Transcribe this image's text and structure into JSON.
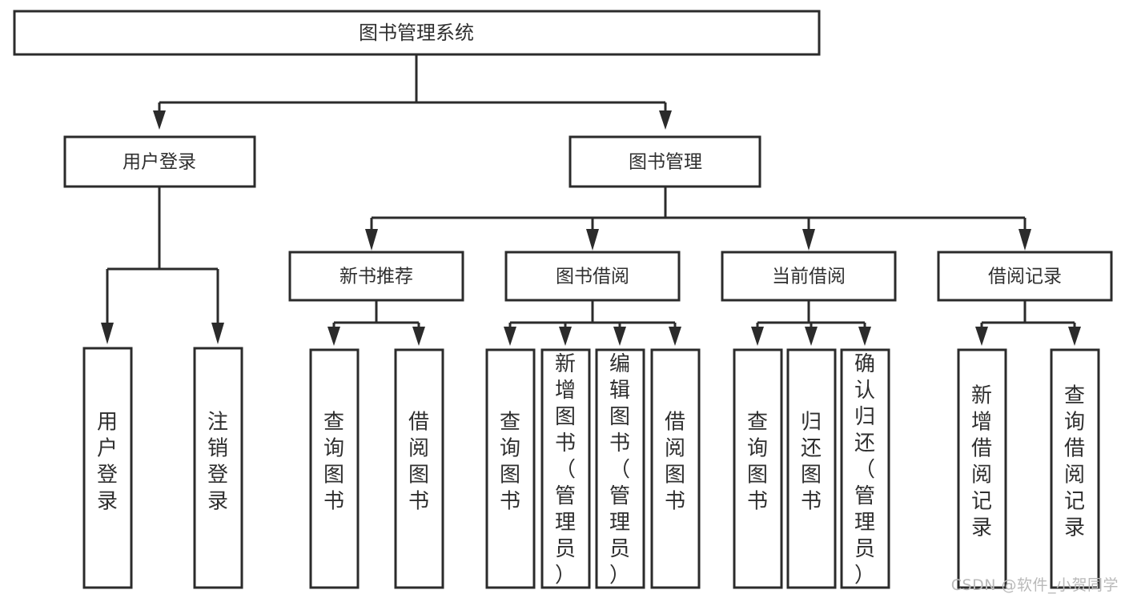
{
  "diagram": {
    "title": "图书管理系统",
    "type": "tree-hierarchy",
    "watermark": "CSDN @软件_小贺同学",
    "colors": {
      "box_fill": "#ffffff",
      "box_stroke": "#2b2b2b",
      "text": "#2f2f2f",
      "watermark": "#b9b9b9",
      "background": "#ffffff"
    },
    "levels": {
      "root": {
        "label": "图书管理系统"
      },
      "level2": [
        {
          "label": "用户登录"
        },
        {
          "label": "图书管理"
        }
      ],
      "level3": [
        {
          "label": "新书推荐"
        },
        {
          "label": "图书借阅"
        },
        {
          "label": "当前借阅"
        },
        {
          "label": "借阅记录"
        }
      ]
    },
    "leaves": {
      "user_login": [
        {
          "label": "用户登录"
        },
        {
          "label": "注销登录"
        }
      ],
      "new_book_recommend": [
        {
          "label": "查询图书"
        },
        {
          "label": "借阅图书"
        }
      ],
      "book_borrow": [
        {
          "label": "查询图书"
        },
        {
          "label": "新增图书（管理员）"
        },
        {
          "label": "编辑图书（管理员）"
        },
        {
          "label": "借阅图书"
        }
      ],
      "current_borrow": [
        {
          "label": "查询图书"
        },
        {
          "label": "归还图书"
        },
        {
          "label": "确认归还（管理员）"
        }
      ],
      "borrow_record": [
        {
          "label": "新增借阅记录"
        },
        {
          "label": "查询借阅记录"
        }
      ]
    }
  }
}
